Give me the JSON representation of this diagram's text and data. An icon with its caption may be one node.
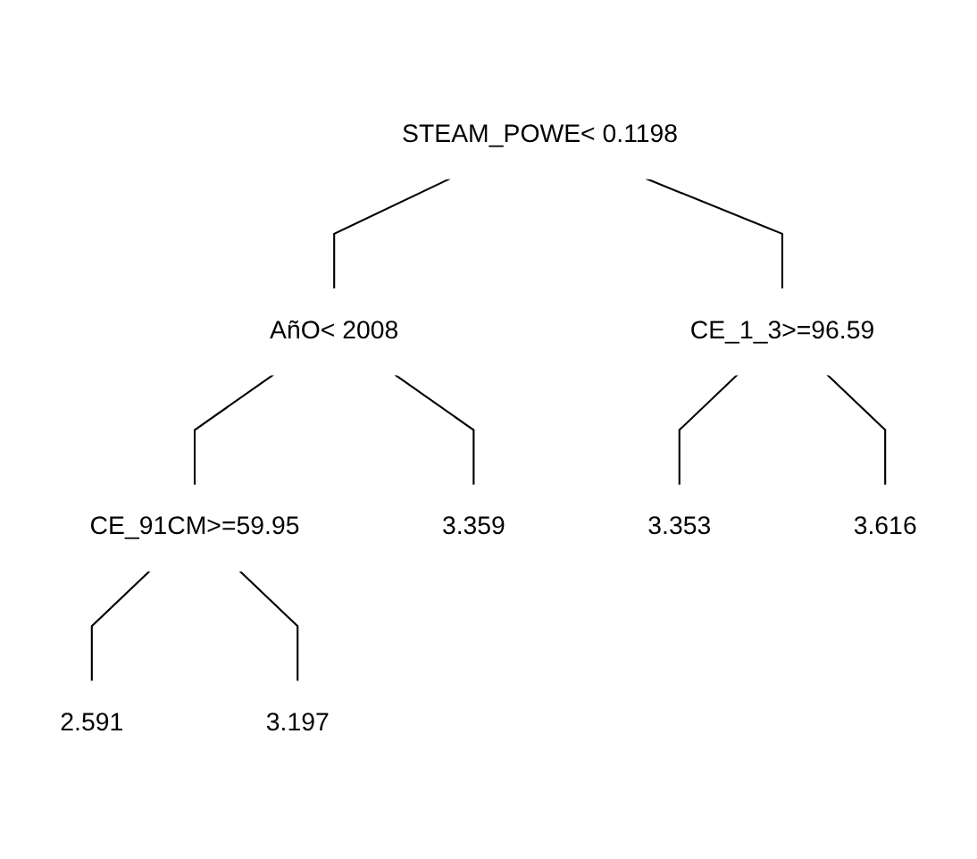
{
  "diagram": {
    "nodes": [
      {
        "text": [
          "STEAM_POWE< 0.1198"
        ]
      },
      {
        "text": [
          "AñO< 2008"
        ]
      },
      {
        "text": [
          "CE_1_3>=96.59"
        ]
      },
      {
        "text": [
          "CE_91CM>=59.95"
        ]
      },
      {
        "text": [
          "3.359"
        ]
      },
      {
        "text": [
          "3.353"
        ]
      },
      {
        "text": [
          "3.616"
        ]
      },
      {
        "text": [
          "2.591"
        ]
      },
      {
        "text": [
          "3.197"
        ]
      }
    ],
    "edges": [
      {
        "from": 0,
        "to": 1,
        "arrow": "none"
      },
      {
        "from": 0,
        "to": 2,
        "arrow": "none"
      },
      {
        "from": 1,
        "to": 3,
        "arrow": "none"
      },
      {
        "from": 1,
        "to": 4,
        "arrow": "none"
      },
      {
        "from": 2,
        "to": 5,
        "arrow": "none"
      },
      {
        "from": 2,
        "to": 6,
        "arrow": "none"
      },
      {
        "from": 3,
        "to": 7,
        "arrow": "none"
      },
      {
        "from": 3,
        "to": 8,
        "arrow": "none"
      }
    ]
  }
}
